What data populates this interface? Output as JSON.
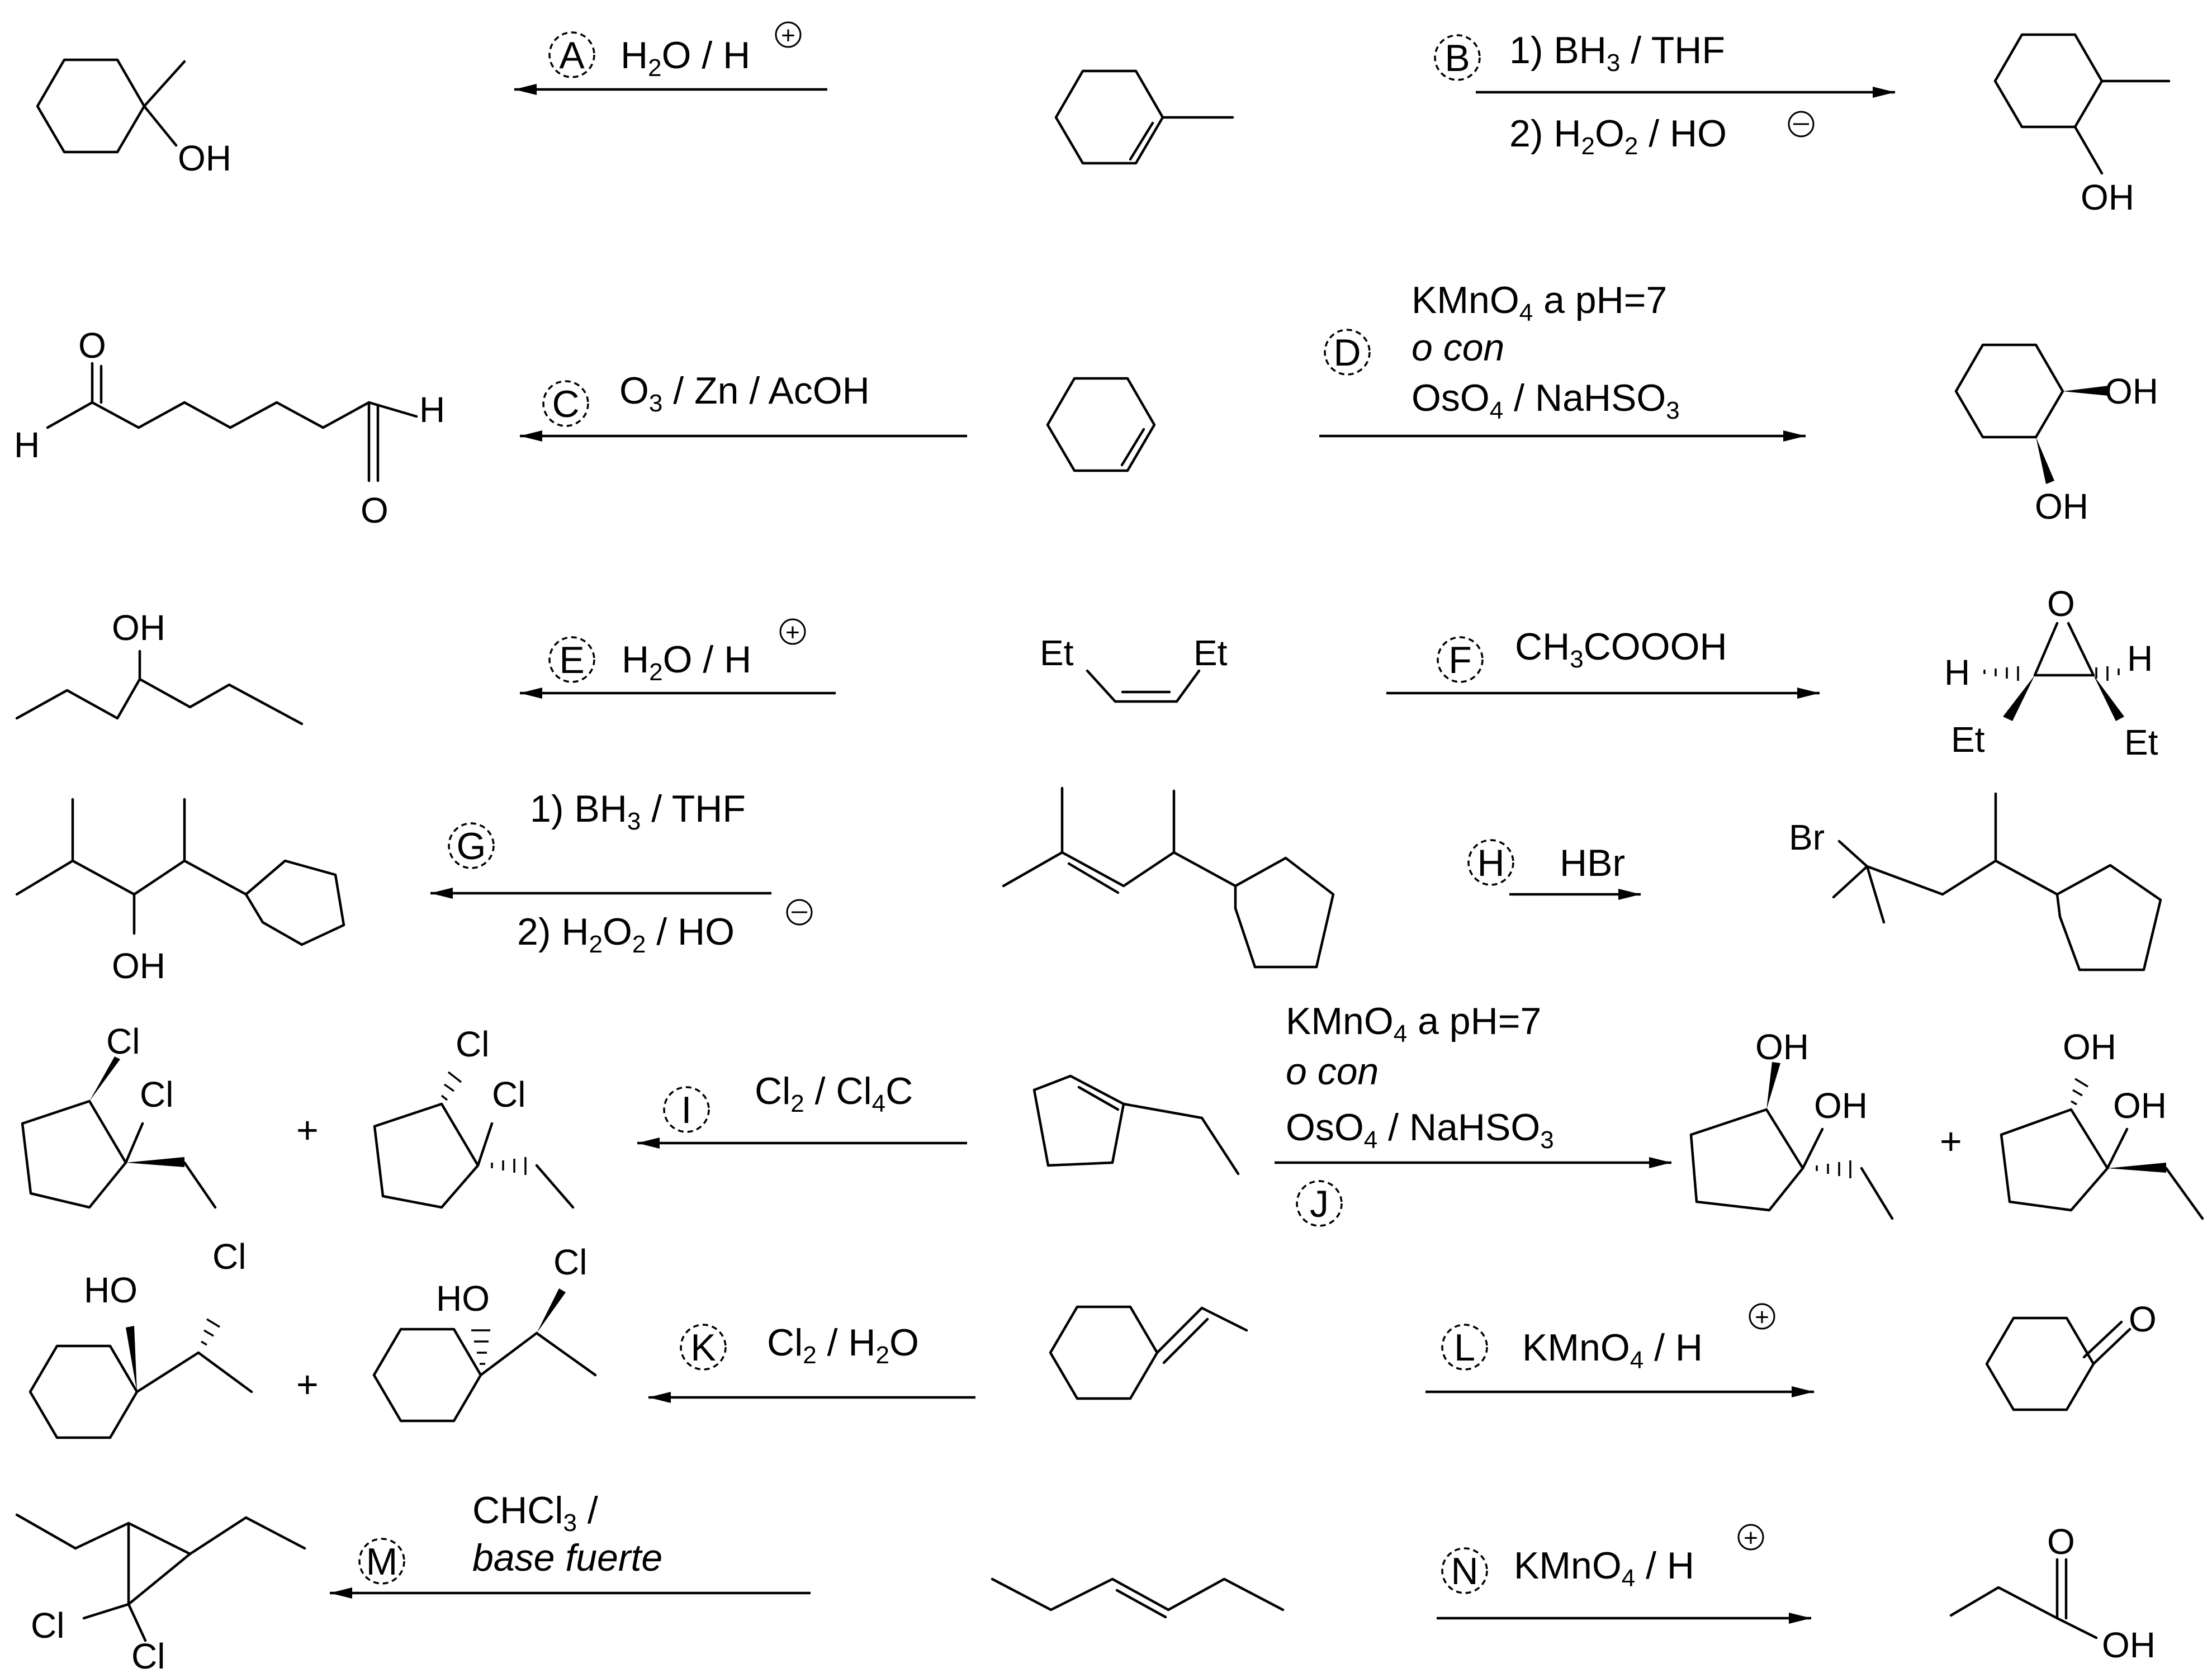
{
  "reactions": [
    {
      "letter": "A",
      "reagents": [
        "H2O / H+"
      ]
    },
    {
      "letter": "B",
      "reagents": [
        "1) BH3 / THF",
        "2) H2O2 / HO−"
      ]
    },
    {
      "letter": "C",
      "reagents": [
        "O3 / Zn / AcOH"
      ]
    },
    {
      "letter": "D",
      "reagents": [
        "KMnO4 a pH=7",
        "o con",
        "OsO4 / NaHSO3"
      ]
    },
    {
      "letter": "E",
      "reagents": [
        "H2O / H+"
      ]
    },
    {
      "letter": "F",
      "reagents": [
        "CH3COOOH"
      ]
    },
    {
      "letter": "G",
      "reagents": [
        "1) BH3 / THF",
        "2) H2O2 / HO−"
      ]
    },
    {
      "letter": "H",
      "reagents": [
        "HBr"
      ]
    },
    {
      "letter": "I",
      "reagents": [
        "Cl2 / Cl4C"
      ]
    },
    {
      "letter": "J",
      "reagents": [
        "KMnO4 a pH=7",
        "o con",
        "OsO4 / NaHSO3"
      ]
    },
    {
      "letter": "K",
      "reagents": [
        "Cl2 / H2O"
      ]
    },
    {
      "letter": "L",
      "reagents": [
        "KMnO4 / H+"
      ]
    },
    {
      "letter": "M",
      "reagents": [
        "CHCl3 /",
        "base fuerte"
      ]
    },
    {
      "letter": "N",
      "reagents": [
        "KMnO4 / H+"
      ]
    }
  ],
  "atoms": {
    "oh": "OH",
    "ho": "HO",
    "o": "O",
    "h": "H",
    "et": "Et",
    "br": "Br",
    "cl": "Cl",
    "plus": "+"
  }
}
